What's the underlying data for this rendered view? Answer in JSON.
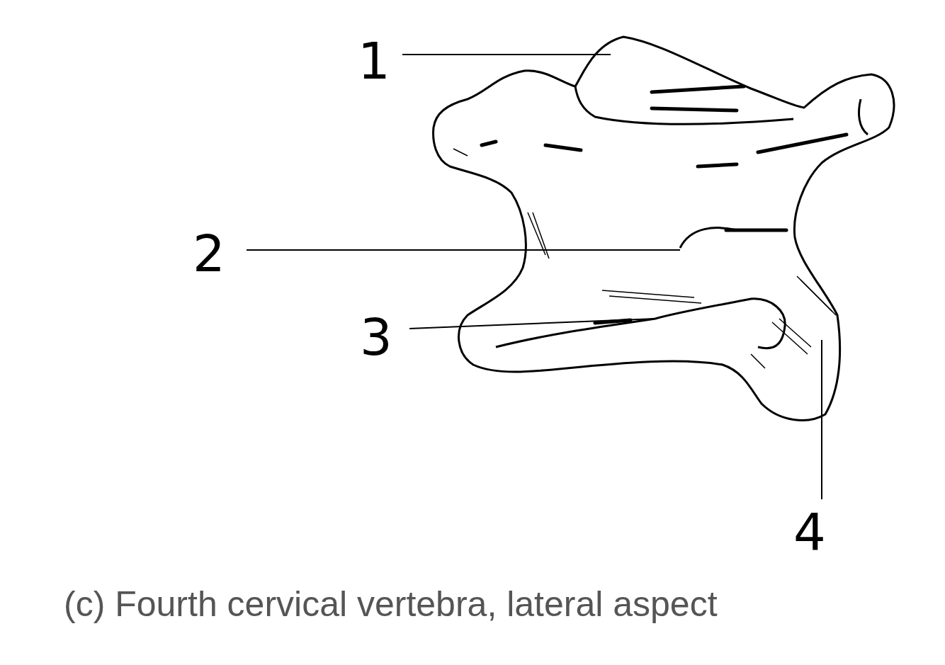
{
  "diagram": {
    "caption": "(c) Fourth cervical vertebra, lateral aspect",
    "labels": [
      "1",
      "2",
      "3",
      "4"
    ]
  }
}
